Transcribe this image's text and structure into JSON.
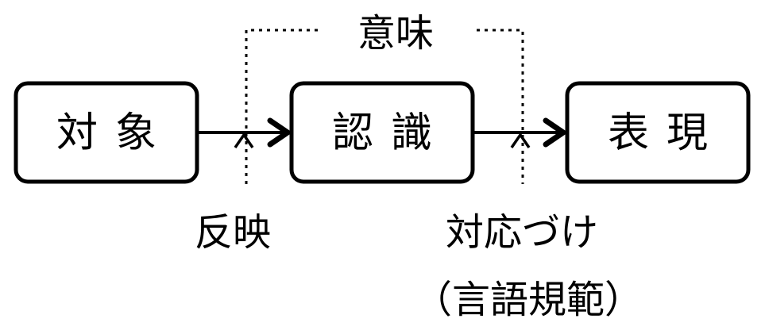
{
  "nodes": {
    "object": "対象",
    "recognition": "認識",
    "expression": "表現"
  },
  "labels": {
    "meaning": "意味",
    "reflection": "反映",
    "correspondence": "対応づけ",
    "linguistic_norm": "（言語規範）"
  }
}
